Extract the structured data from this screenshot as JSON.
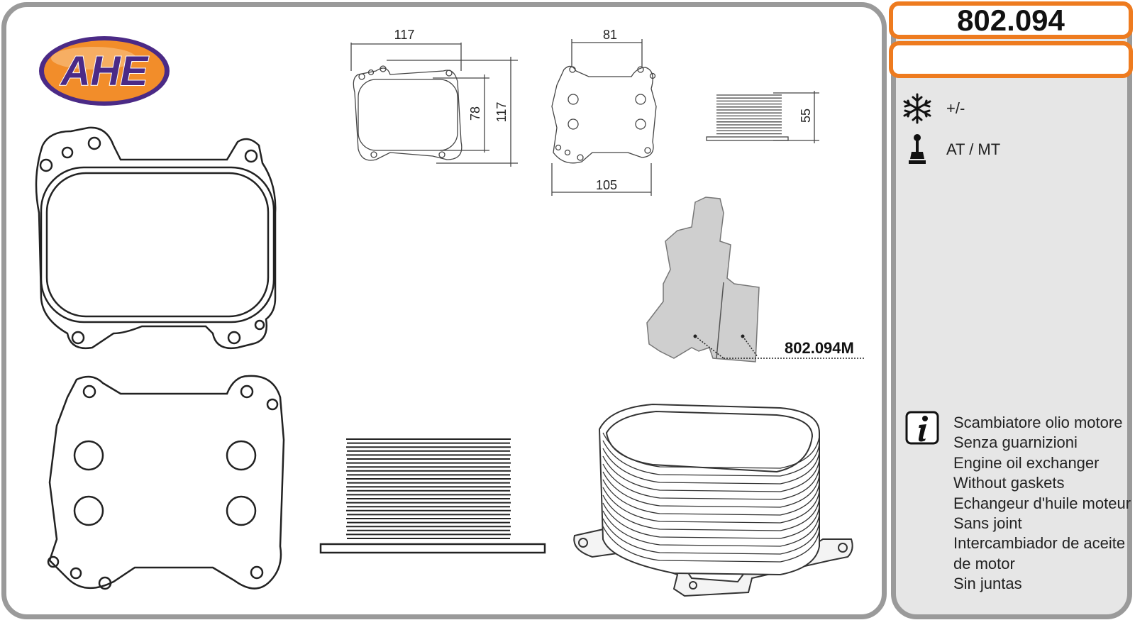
{
  "brand": {
    "name": "AHE",
    "colors": {
      "oval": "#f28d2a",
      "ring": "#4b2a86",
      "text": "#4b2a86"
    }
  },
  "product": {
    "code": "802.094",
    "reference_label": "802.094M"
  },
  "dimensions": {
    "gasket_width": "117",
    "gasket_inner_height": "78",
    "gasket_height": "117",
    "base_top_width": "81",
    "base_bottom_width": "105",
    "stack_height": "55"
  },
  "specs": [
    {
      "icon": "snowflake-icon",
      "text": "+/-"
    },
    {
      "icon": "gearshift-icon",
      "text": "AT / MT"
    }
  ],
  "description": {
    "icon": "info-icon",
    "lines": [
      "Scambiatore olio motore",
      "Senza guarnizioni",
      "Engine oil exchanger",
      "Without gaskets",
      "Echangeur d'huile moteur",
      "Sans joint",
      "Intercambiador de aceite",
      "de motor",
      "Sin juntas"
    ]
  },
  "colors": {
    "accent": "#ee7b1f",
    "frame": "#9a9a9a",
    "sidebar_bg": "#e6e6e6"
  }
}
